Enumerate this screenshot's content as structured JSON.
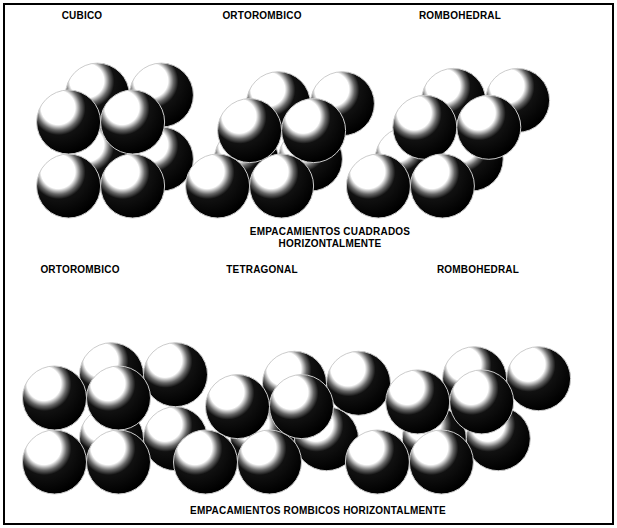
{
  "diagram": {
    "labels": [
      "CUBICO",
      "ORTOROMBICO",
      "ROMBOHEDRAL",
      "EMPACAMIENTOS CUADRADOS HORIZONTALMENTE",
      "ORTOROMBICO",
      "TETRAGONAL",
      "ROMBOHEDRAL",
      "EMPACAMIENTOS ROMBICOS HORIZONTALMENTE"
    ]
  }
}
